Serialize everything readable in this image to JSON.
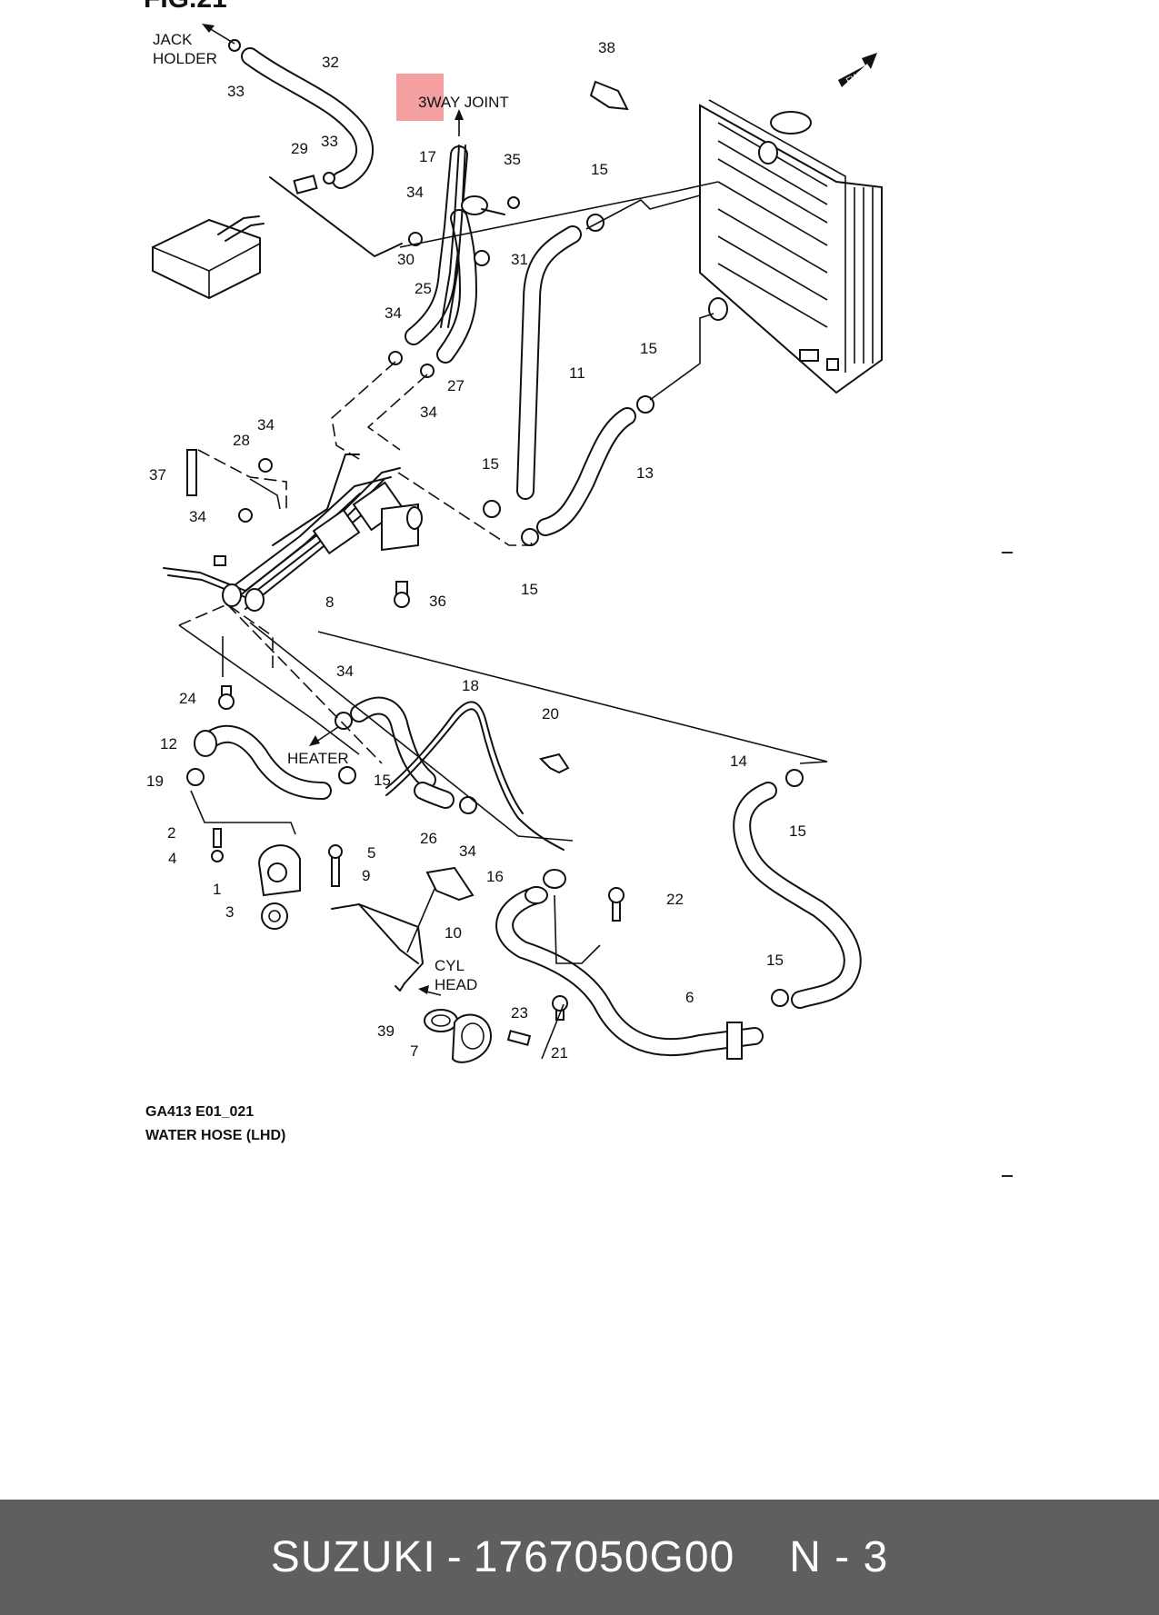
{
  "diagram": {
    "fig_label": "FIG.21",
    "labels": {
      "jack_holder_1": "JACK",
      "jack_holder_2": "HOLDER",
      "three_way_joint": "3WAY JOINT",
      "heater": "HEATER",
      "cyl_1": "CYL",
      "cyl_2": "HEAD",
      "fwd": "FWD"
    },
    "callouts": [
      "33",
      "32",
      "38",
      "29",
      "33",
      "17",
      "35",
      "15",
      "34",
      "30",
      "31",
      "25",
      "34",
      "11",
      "27",
      "34",
      "15",
      "28",
      "34",
      "37",
      "15",
      "13",
      "34",
      "8",
      "36",
      "15",
      "24",
      "34",
      "18",
      "20",
      "12",
      "14",
      "19",
      "15",
      "2",
      "26",
      "34",
      "15",
      "4",
      "5",
      "9",
      "16",
      "22",
      "1",
      "10",
      "3",
      "15",
      "6",
      "23",
      "39",
      "7",
      "21"
    ],
    "caption_line1": "GA413 E01_021",
    "caption_line2": "WATER HOSE (LHD)",
    "highlight_color": "#f08080"
  },
  "footer": {
    "brand": "SUZUKI",
    "dash": "-",
    "part_number": "1767050G00",
    "page_ref": "N - 3",
    "background": "#5f5f5f"
  }
}
